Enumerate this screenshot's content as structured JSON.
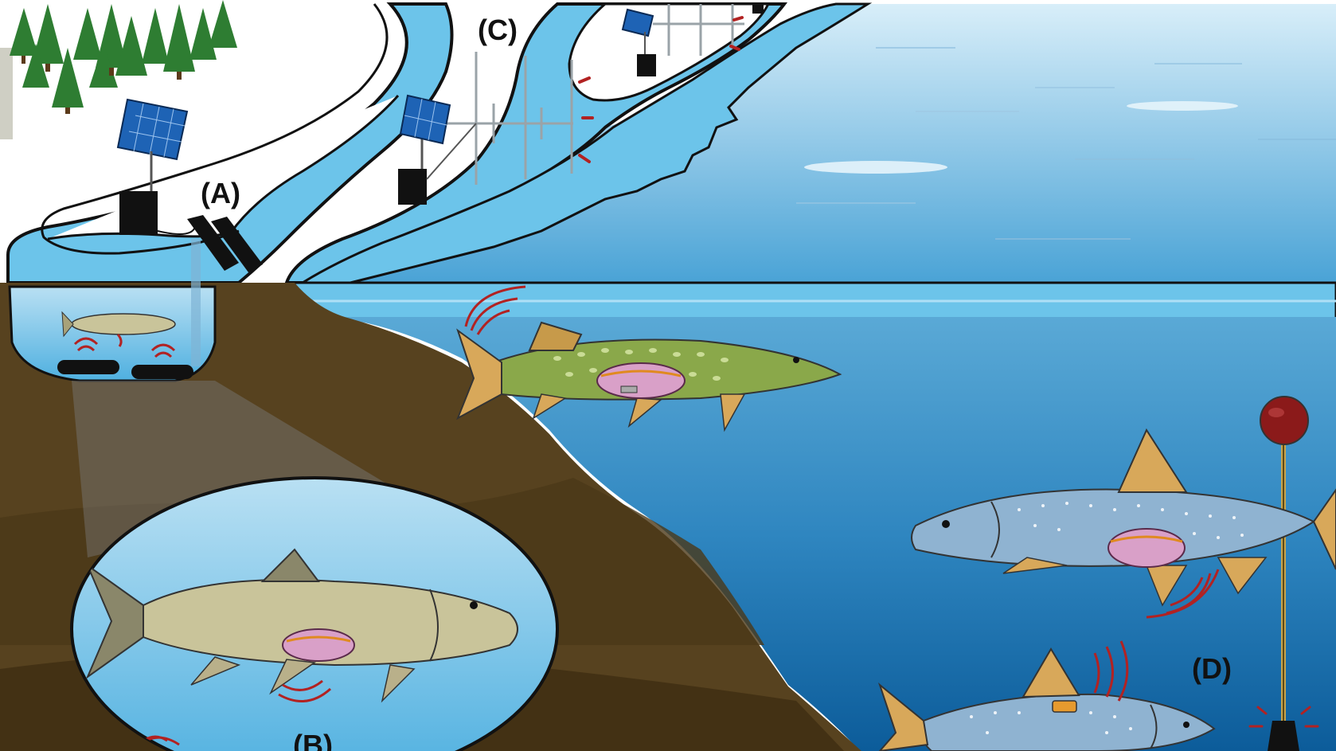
{
  "labels": {
    "a": "(A)",
    "b": "(B)",
    "c": "(C)",
    "d": "(D)"
  },
  "colors": {
    "sky_top": "#c9e6f5",
    "sky_bottom": "#5aaed8",
    "river": "#6cc4ea",
    "water_top": "#8fd0ee",
    "water_deep": "#0c5c9a",
    "soil": "#57421f",
    "soil_dark": "#3e2d12",
    "trees": "#2e7d32",
    "solar_panel": "#1e63b5",
    "signal": "#b22222",
    "buoy": "#8b1a1a",
    "pike_body": "#8aa84a",
    "trout_body": "#8fb3d1",
    "barbel_body": "#c9c49a",
    "fin": "#d8a85a",
    "transmitter": "#d9a0c8"
  },
  "icons": [
    "solar-panel-icon",
    "receiver-box-icon",
    "antenna-icon",
    "hydrophone-icon",
    "buoy-icon",
    "signal-wave-icon",
    "tree-icon"
  ]
}
